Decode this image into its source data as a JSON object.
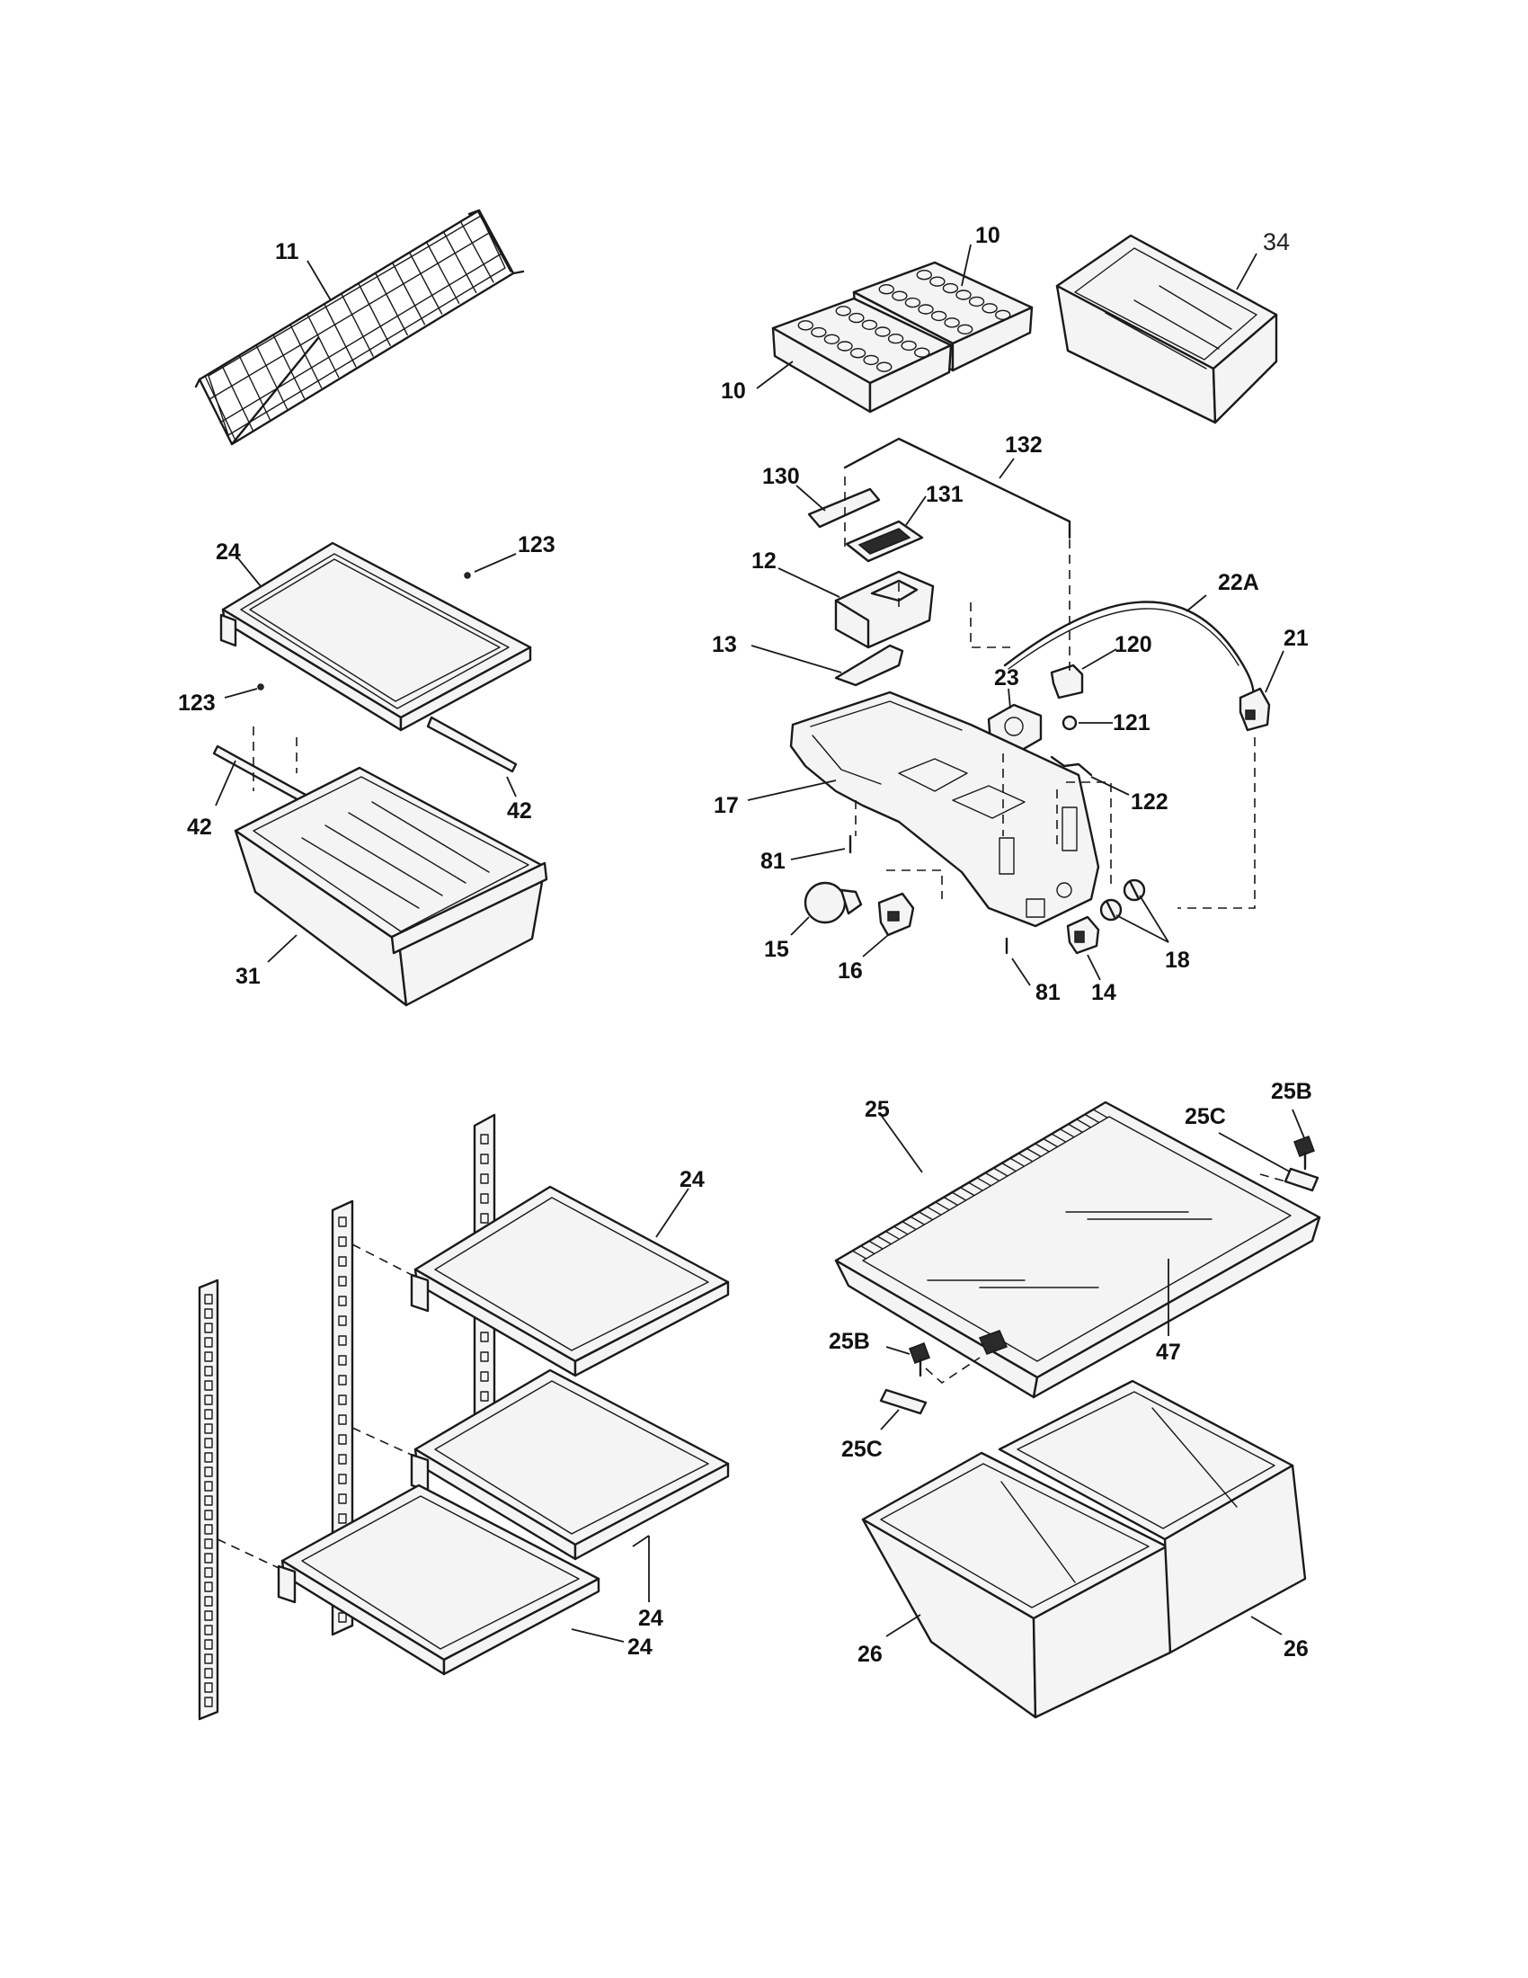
{
  "labels": {
    "p11": "11",
    "p10a": "10",
    "p10b": "10",
    "p34": "34",
    "p132": "132",
    "p130": "130",
    "p131": "131",
    "p12": "12",
    "p22A": "22A",
    "p21": "21",
    "p13": "13",
    "p120": "120",
    "p23": "23",
    "p121": "121",
    "p122": "122",
    "p17": "17",
    "p81a": "81",
    "p81b": "81",
    "p15": "15",
    "p16": "16",
    "p14": "14",
    "p18": "18",
    "p24a": "24",
    "p123a": "123",
    "p123b": "123",
    "p42a": "42",
    "p42b": "42",
    "p31": "31",
    "p24b": "24",
    "p24c": "24",
    "p24d": "24",
    "p25": "25",
    "p25Ca": "25C",
    "p25Ba": "25B",
    "p25Bb": "25B",
    "p25Cb": "25C",
    "p47": "47",
    "p26a": "26",
    "p26b": "26"
  }
}
